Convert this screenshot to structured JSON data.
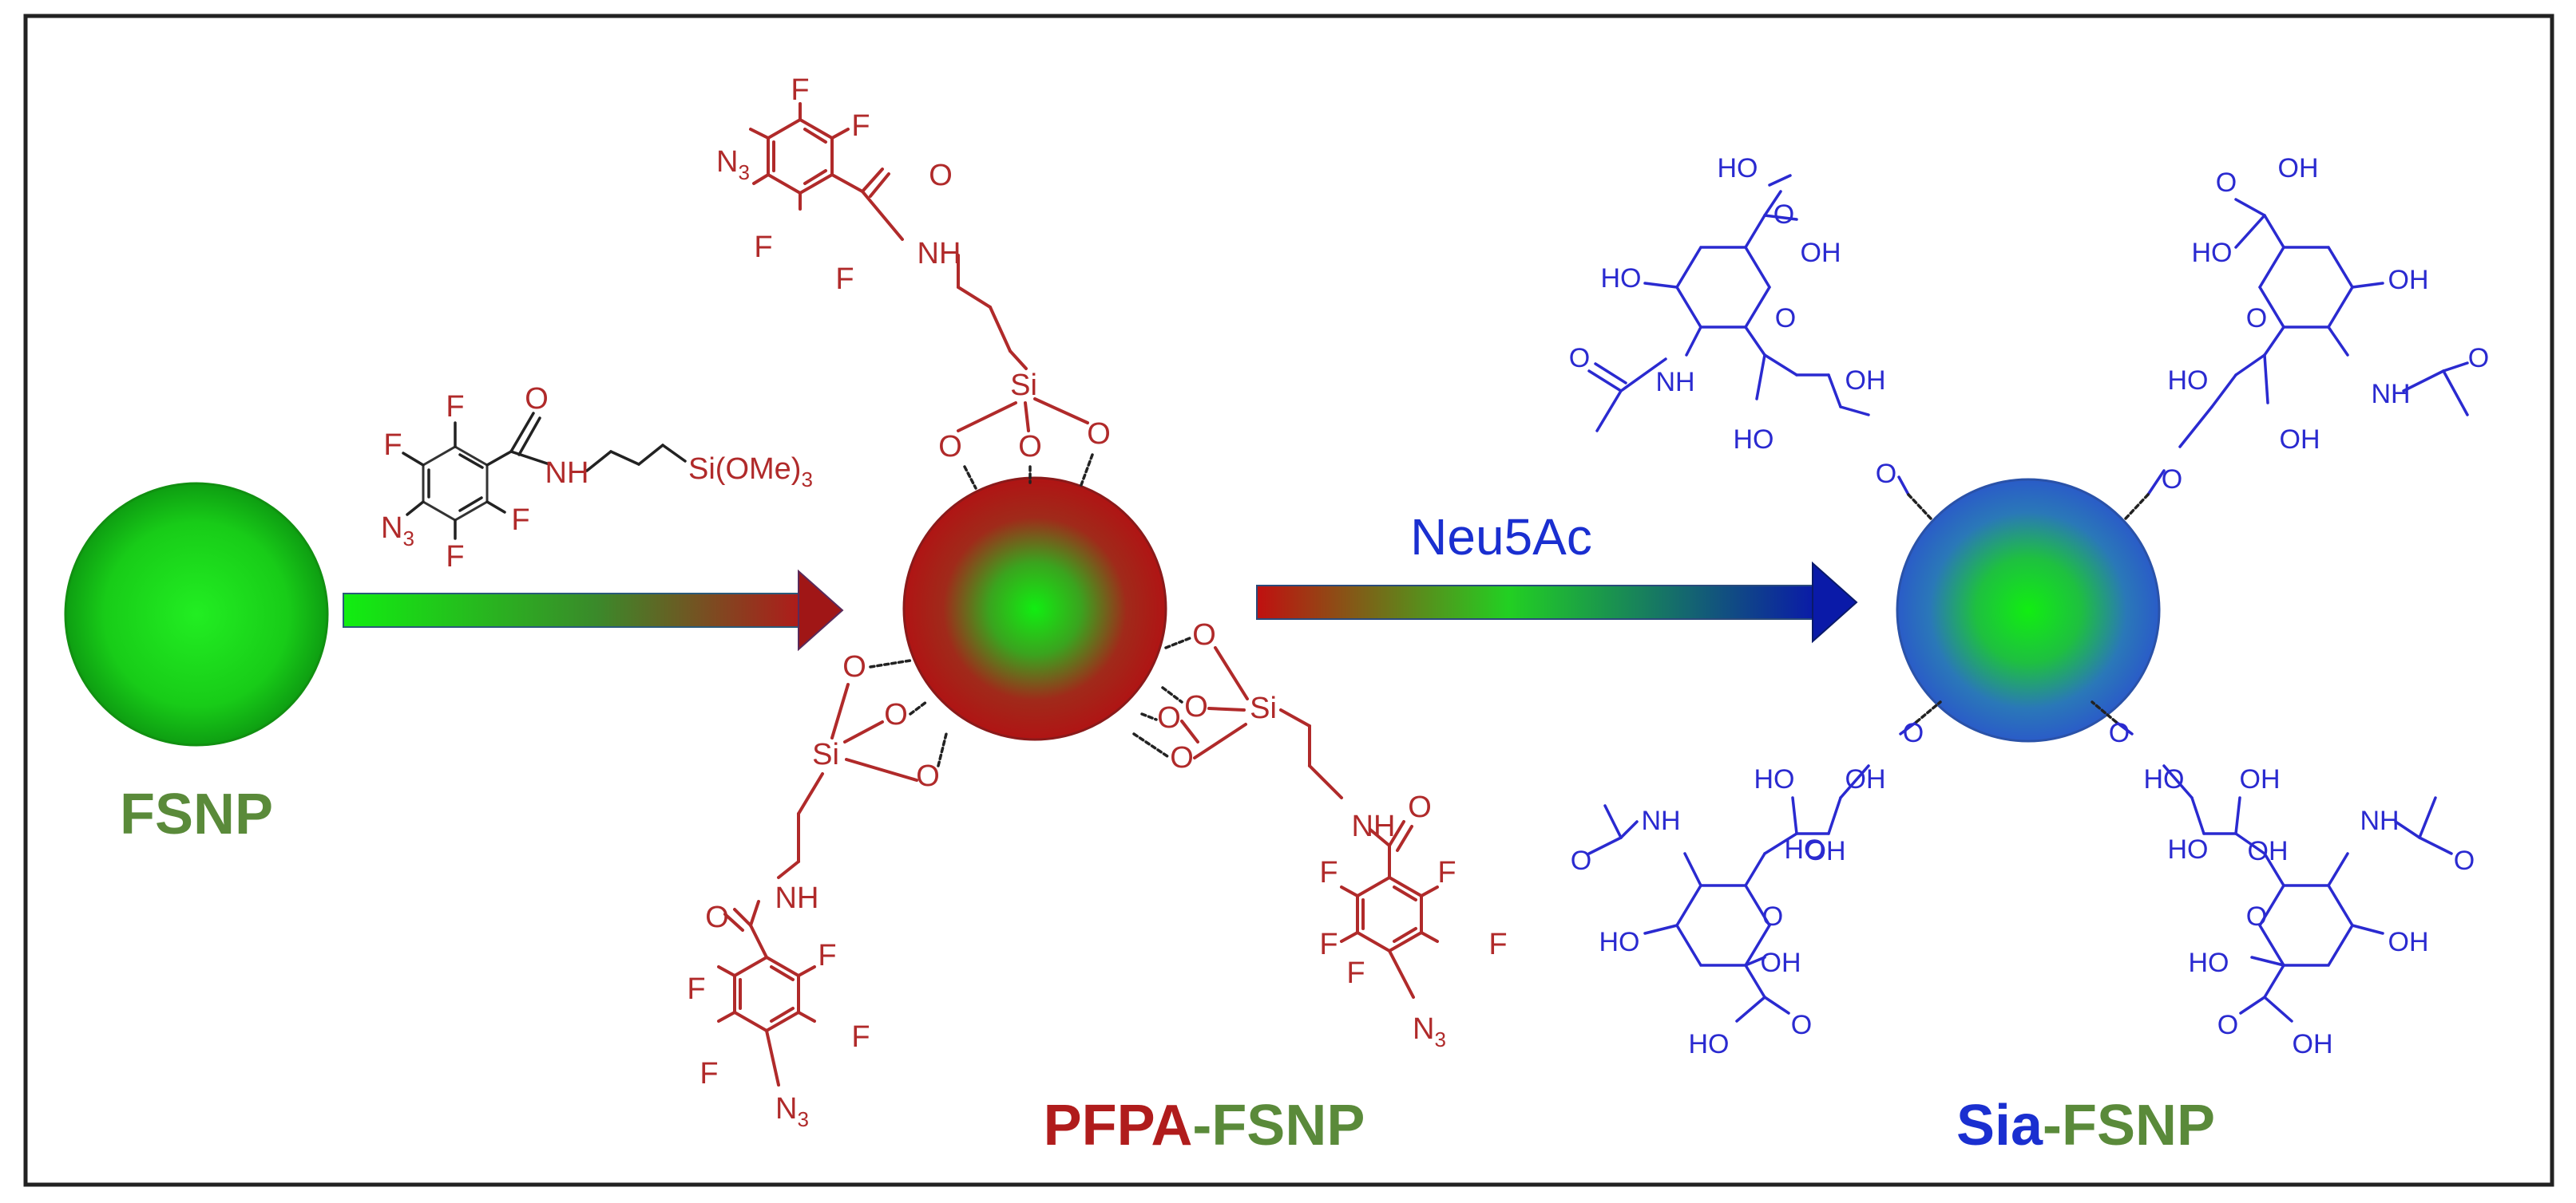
{
  "labels": {
    "fsnp": "FSNP",
    "pfpa": "PFPA",
    "dash": "-",
    "fsnp2": "FSNP",
    "sia": "Sia",
    "fsnp3": "FSNP",
    "neu5ac": "Neu5Ac"
  },
  "reagent": {
    "nh": "NH",
    "si": "Si(OMe)",
    "sub3": "3",
    "o": "O",
    "f": "F",
    "n": "N",
    "nsub": "3"
  },
  "atoms": {
    "f": "F",
    "o": "O",
    "nh": "NH",
    "si": "Si",
    "n": "N",
    "nsub": "3",
    "ho": "HO",
    "oh": "OH"
  },
  "colors": {
    "green_label": "#5a8a3a",
    "red_label": "#b01c1c",
    "blue_label": "#1a2fd0",
    "atom_red": "#b02a2a",
    "atom_blue": "#2a2ad0"
  }
}
